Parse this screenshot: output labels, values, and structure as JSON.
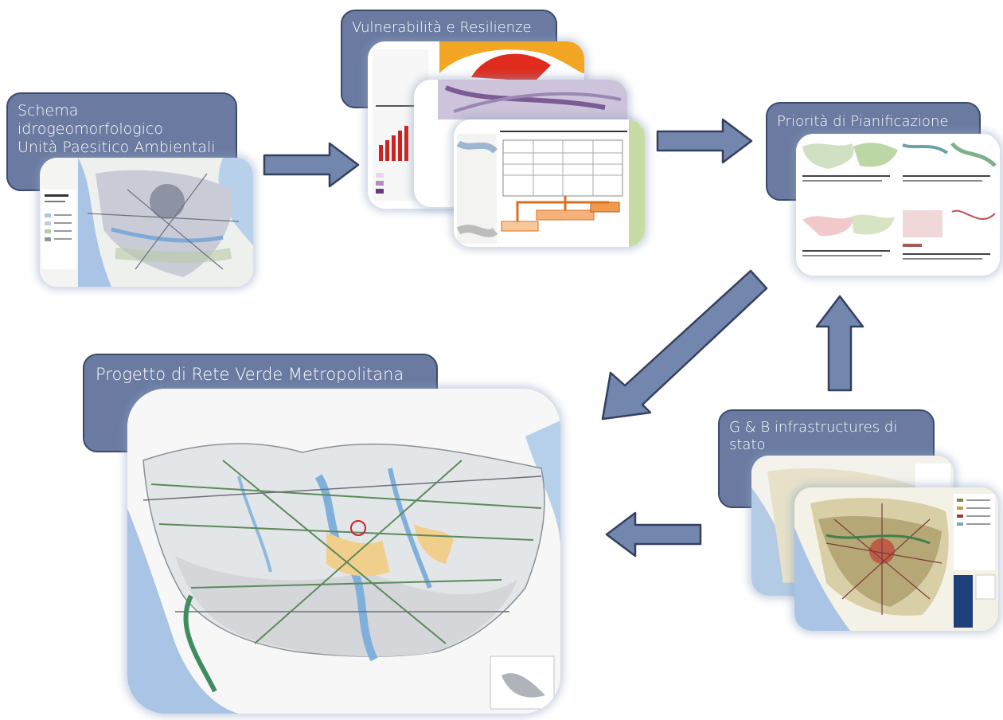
{
  "colors": {
    "label_fill": "#6a7aa0",
    "label_border": "#3c4a6e",
    "arrow_fill": "#7386ad",
    "arrow_stroke": "#34405f",
    "map_water": "#a9c4e4",
    "map_land": "#eef0ee"
  },
  "nodes": {
    "schema": {
      "title": "Schema\nidrogeomorfologico\nUnità Paesitico Ambientali"
    },
    "vulnerabilita": {
      "title": "Vulnerabilità e Resilienze"
    },
    "priorita": {
      "title": "Priorità di Pianificazione"
    },
    "progetto": {
      "title": "Progetto di Rete Verde Metropolitana"
    },
    "gb": {
      "title": "G & B infrastructures di\nstato"
    }
  },
  "arrows": [
    {
      "from": "schema",
      "to": "vulnerabilita",
      "icon": "arrow-right-icon"
    },
    {
      "from": "vulnerabilita",
      "to": "priorita",
      "icon": "arrow-right-icon"
    },
    {
      "from": "gb",
      "to": "priorita",
      "icon": "arrow-up-icon"
    },
    {
      "from": "priorita",
      "to": "progetto",
      "icon": "arrow-down-left-icon"
    },
    {
      "from": "gb",
      "to": "progetto",
      "icon": "arrow-left-icon"
    }
  ]
}
